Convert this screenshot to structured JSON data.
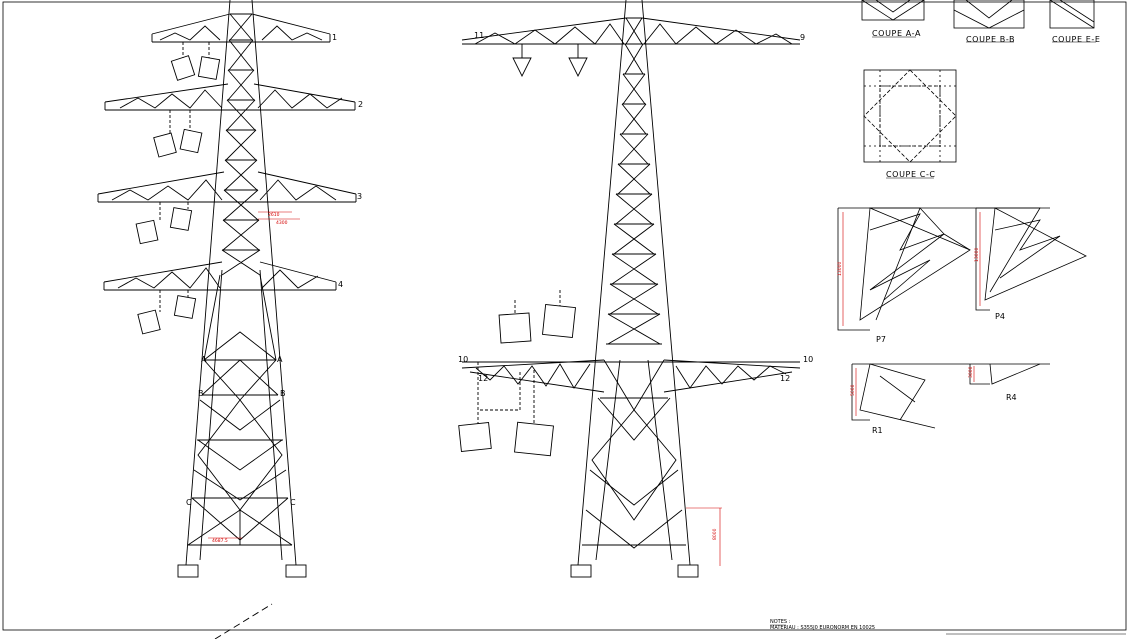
{
  "tower_left": {
    "arm_labels": [
      "1",
      "2",
      "3",
      "4"
    ],
    "panel_labels": [
      "A",
      "A",
      "B",
      "B",
      "C",
      "C"
    ],
    "dimensions": [
      "2610",
      "4300",
      "4687.5"
    ]
  },
  "tower_right": {
    "arm_labels": [
      "11",
      "9",
      "10",
      "10",
      "12",
      "12"
    ],
    "dimensions": [
      "8000"
    ]
  },
  "sections": {
    "coupe_a": "COUPE A-A",
    "coupe_b": "COUPE B-B",
    "coupe_e": "COUPE E-E",
    "coupe_c": "COUPE C-C"
  },
  "details": {
    "p7": "P7",
    "p4": "P4",
    "r1": "R1",
    "r4": "R4",
    "dims": [
      "13000",
      "13000",
      "5000",
      "3000"
    ]
  },
  "notes": {
    "title": "NOTES :",
    "material": "MATERIAU : S355J0 EURONORM EN 10025"
  },
  "colors": {
    "line": "#000000",
    "dimension": "#d40000"
  }
}
